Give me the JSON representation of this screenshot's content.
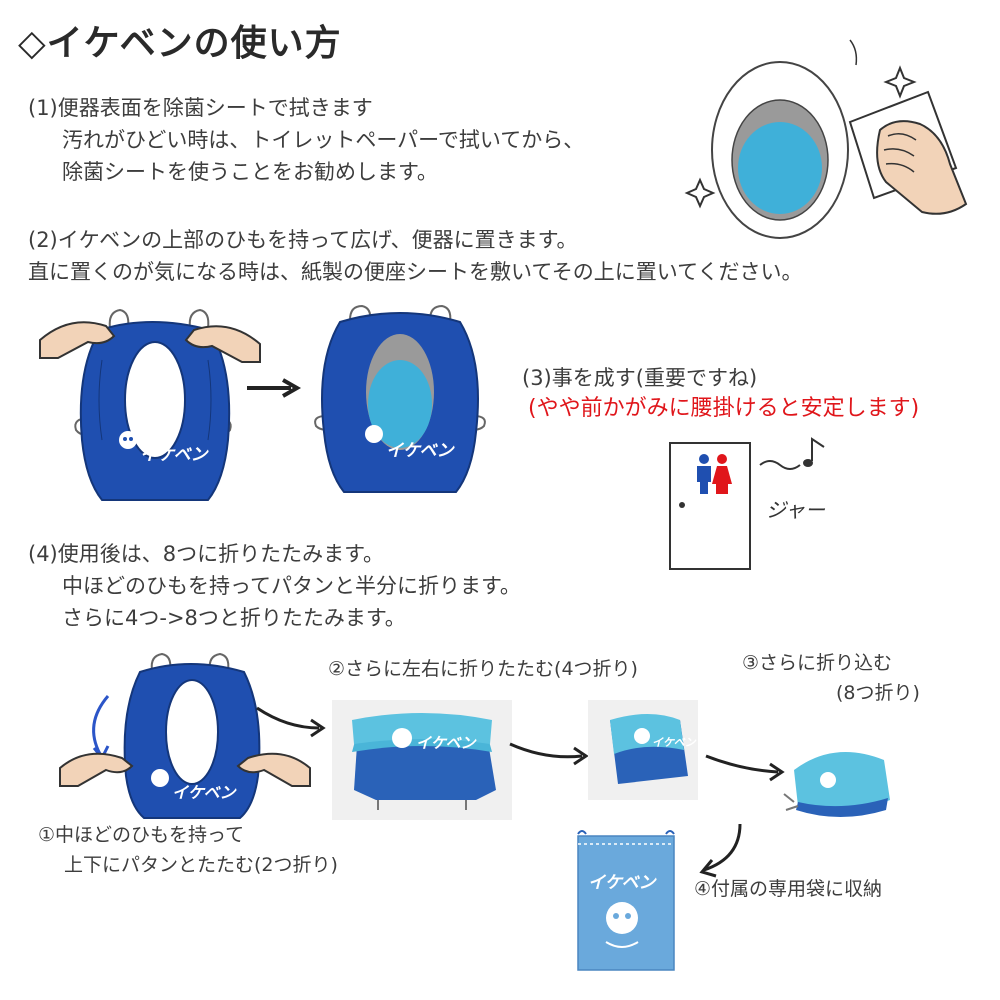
{
  "title": "◇イケベンの使い方",
  "step1": {
    "line1": "(1)便器表面を除菌シートで拭きます",
    "line2": "汚れがひどい時は、トイレットペーパーで拭いてから、",
    "line3": "除菌シートを使うことをお勧めします。"
  },
  "step2": {
    "line1": "(2)イケベンの上部のひもを持って広げ、便器に置きます。",
    "line2": "直に置くのが気になる時は、紙製の便座シートを敷いてその上に置いてください。"
  },
  "step3": {
    "line1": "(3)事を成す(重要ですね)",
    "line2": "(やや前かがみに腰掛けると安定します)",
    "sound": "ジャー"
  },
  "step4": {
    "line1": "(4)使用後は、8つに折りたたみます。",
    "line2": "中ほどのひもを持ってパタンと半分に折ります。",
    "line3": "さらに4つ->8つと折りたたみます。"
  },
  "fold": {
    "f1_line1": "①中ほどのひもを持って",
    "f1_line2": "上下にパタンとたたむ(2つ折り)",
    "f2": "②さらに左右に折りたたむ(4つ折り)",
    "f3_line1": "③さらに折り込む",
    "f3_line2": "(8つ折り)",
    "f4": "④付属の専用袋に収納"
  },
  "brand_logo": "イケベン",
  "colors": {
    "cover_blue": "#1f4fb0",
    "light_blue": "#3fb0d9",
    "bag_blue": "#6aa9dc",
    "accent_red": "#e0161b",
    "skin": "#f2d3b8"
  }
}
